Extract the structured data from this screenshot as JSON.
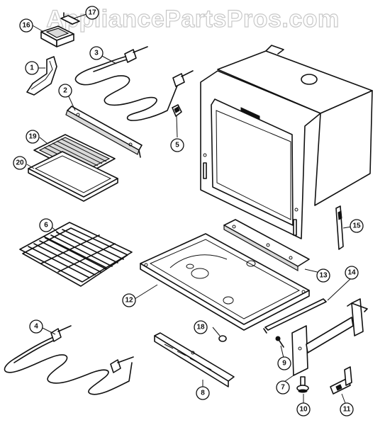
{
  "watermark": "AppliancePartsPros.com",
  "callouts": {
    "p1": "1",
    "p2": "2",
    "p3": "3",
    "p4": "4",
    "p5": "5",
    "p6": "6",
    "p7": "7",
    "p8": "8",
    "p9": "9",
    "p10": "10",
    "p11": "11",
    "p12": "12",
    "p13": "13",
    "p14": "14",
    "p15": "15",
    "p16": "16",
    "p17": "17",
    "p18": "18",
    "p19": "19",
    "p20": "20"
  }
}
